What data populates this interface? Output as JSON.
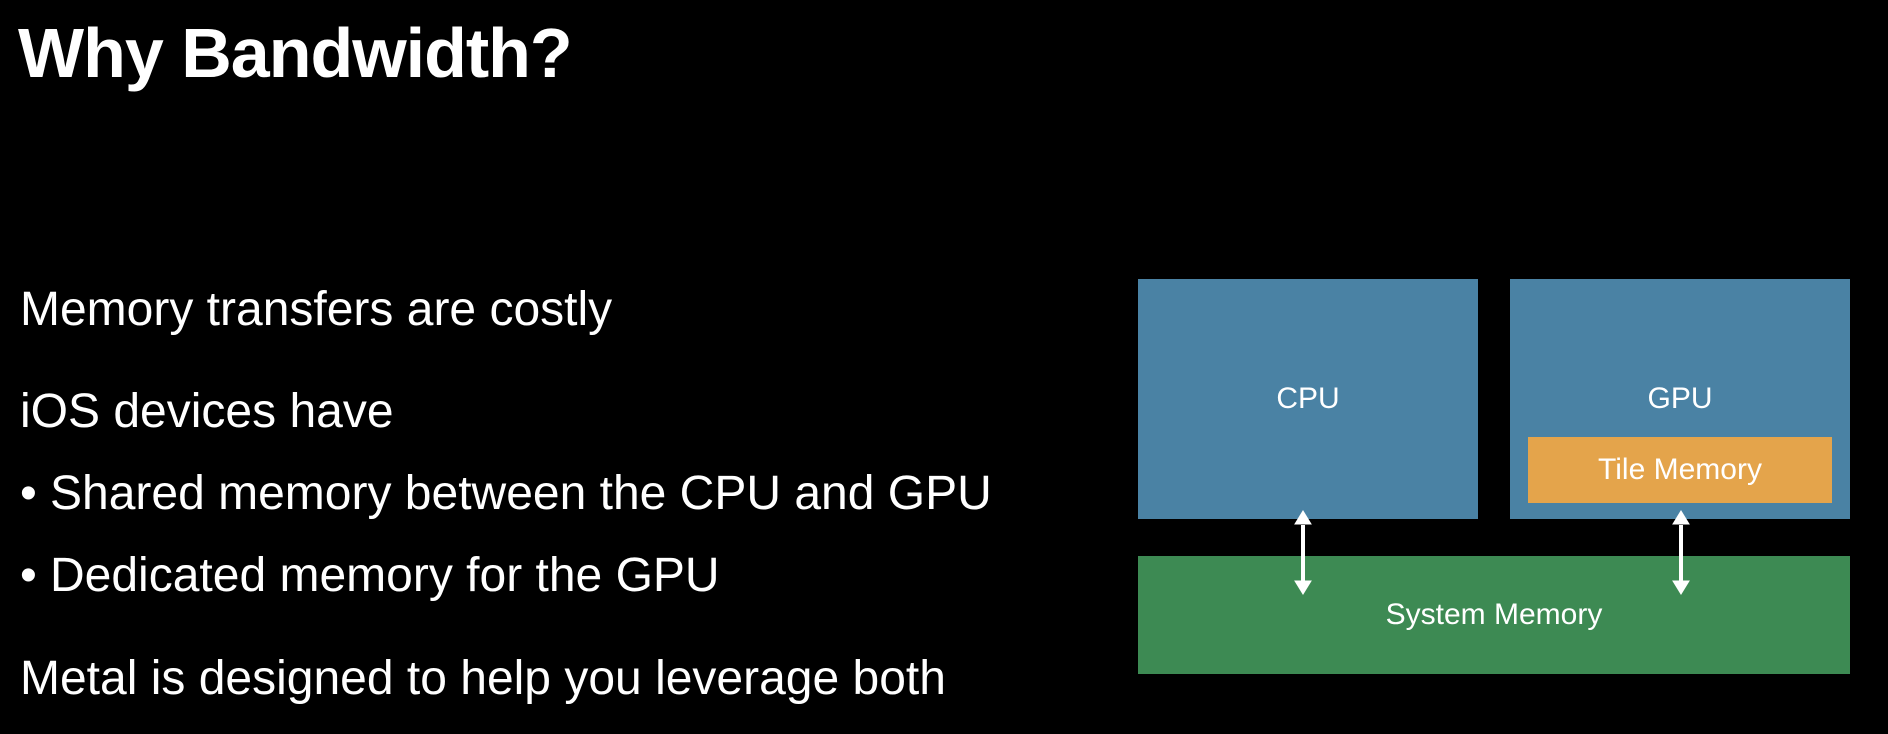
{
  "slide": {
    "title": "Why Bandwidth?",
    "lines": {
      "l1": "Memory transfers are costly",
      "l2": "iOS devices have",
      "b1": "Shared memory between the CPU and GPU",
      "b2": "Dedicated memory for the GPU",
      "l3": "Metal is designed to help you leverage both"
    },
    "bullet_char": "•"
  },
  "diagram": {
    "cpu_label": "CPU",
    "gpu_label": "GPU",
    "tile_memory_label": "Tile Memory",
    "system_memory_label": "System Memory",
    "colors": {
      "processor_box": "#4a82a4",
      "tile_memory": "#e4a44b",
      "system_memory": "#3d8a53",
      "arrow": "#ffffff"
    }
  }
}
